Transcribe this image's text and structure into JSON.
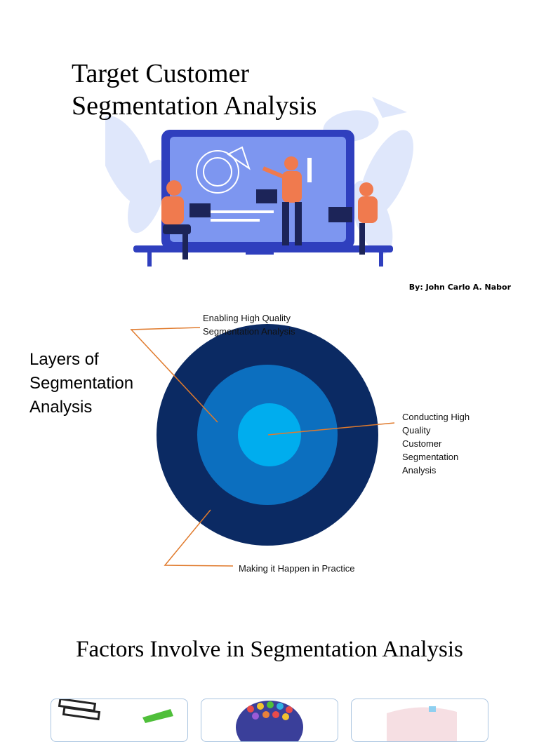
{
  "slide1": {
    "title_lines": [
      "Target Customer",
      "Segmentation Analysis"
    ],
    "byline": "By: John Carlo A. Nabor"
  },
  "slide2": {
    "heading_lines": [
      "Layers of",
      "Segmentation",
      "Analysis"
    ],
    "layers": {
      "outer": "Making it Happen in Practice",
      "middle_lines": [
        "Enabling High Quality",
        "Segmentation Analysis"
      ],
      "inner_lines": [
        "Conducting High",
        "Quality",
        "Customer",
        "Segmentation",
        "Analysis"
      ]
    },
    "colors": {
      "outer": "#0b2a63",
      "middle": "#0c6fbf",
      "inner": "#00adee",
      "leader": "#e07a2c"
    }
  },
  "slide3": {
    "heading": "Factors Involve in Segmentation Analysis",
    "cards": [
      {
        "icon": "checklist-icon"
      },
      {
        "icon": "people-crowd-icon"
      },
      {
        "icon": "map-icon"
      }
    ]
  }
}
